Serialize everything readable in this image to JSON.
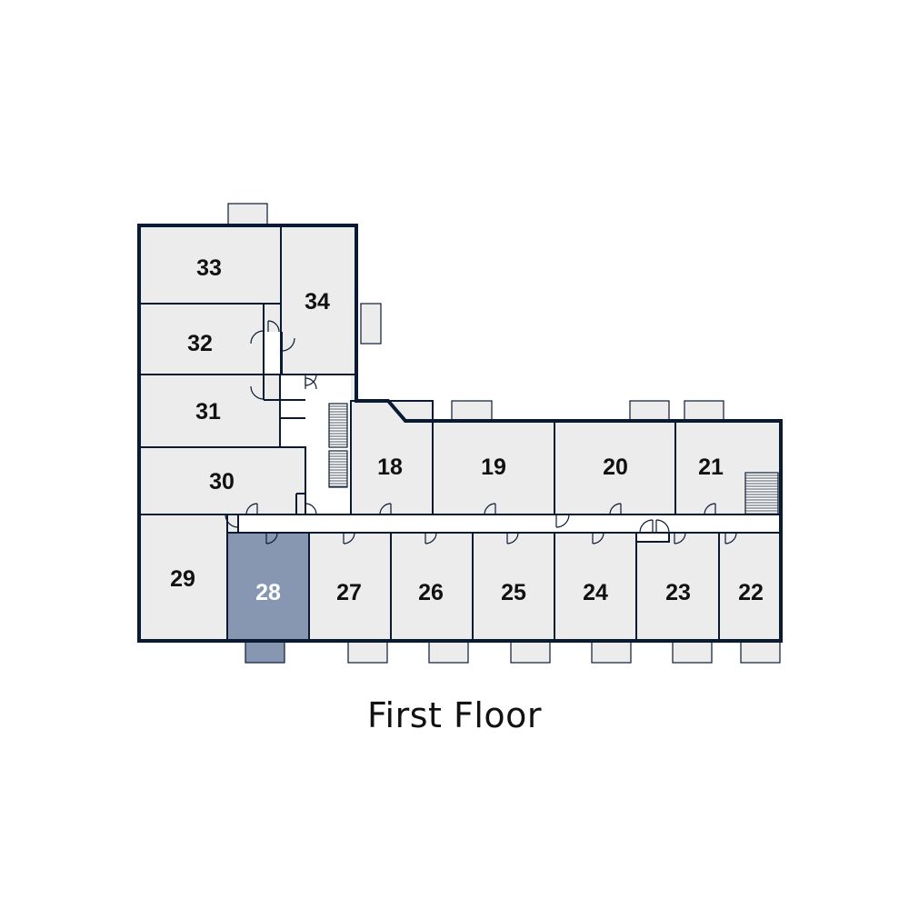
{
  "floor_title": "First Floor",
  "colors": {
    "wall": "#0b1a33",
    "room_fill": "#ececec",
    "balcony_fill": "#ececec",
    "highlight_fill": "#8797b2",
    "label": "#111111",
    "highlight_label": "#ffffff"
  },
  "units": [
    {
      "id": "33",
      "highlighted": false
    },
    {
      "id": "34",
      "highlighted": false
    },
    {
      "id": "32",
      "highlighted": false
    },
    {
      "id": "31",
      "highlighted": false
    },
    {
      "id": "30",
      "highlighted": false
    },
    {
      "id": "29",
      "highlighted": false
    },
    {
      "id": "18",
      "highlighted": false
    },
    {
      "id": "19",
      "highlighted": false
    },
    {
      "id": "20",
      "highlighted": false
    },
    {
      "id": "21",
      "highlighted": false
    },
    {
      "id": "28",
      "highlighted": true
    },
    {
      "id": "27",
      "highlighted": false
    },
    {
      "id": "26",
      "highlighted": false
    },
    {
      "id": "25",
      "highlighted": false
    },
    {
      "id": "24",
      "highlighted": false
    },
    {
      "id": "23",
      "highlighted": false
    },
    {
      "id": "22",
      "highlighted": false
    }
  ]
}
